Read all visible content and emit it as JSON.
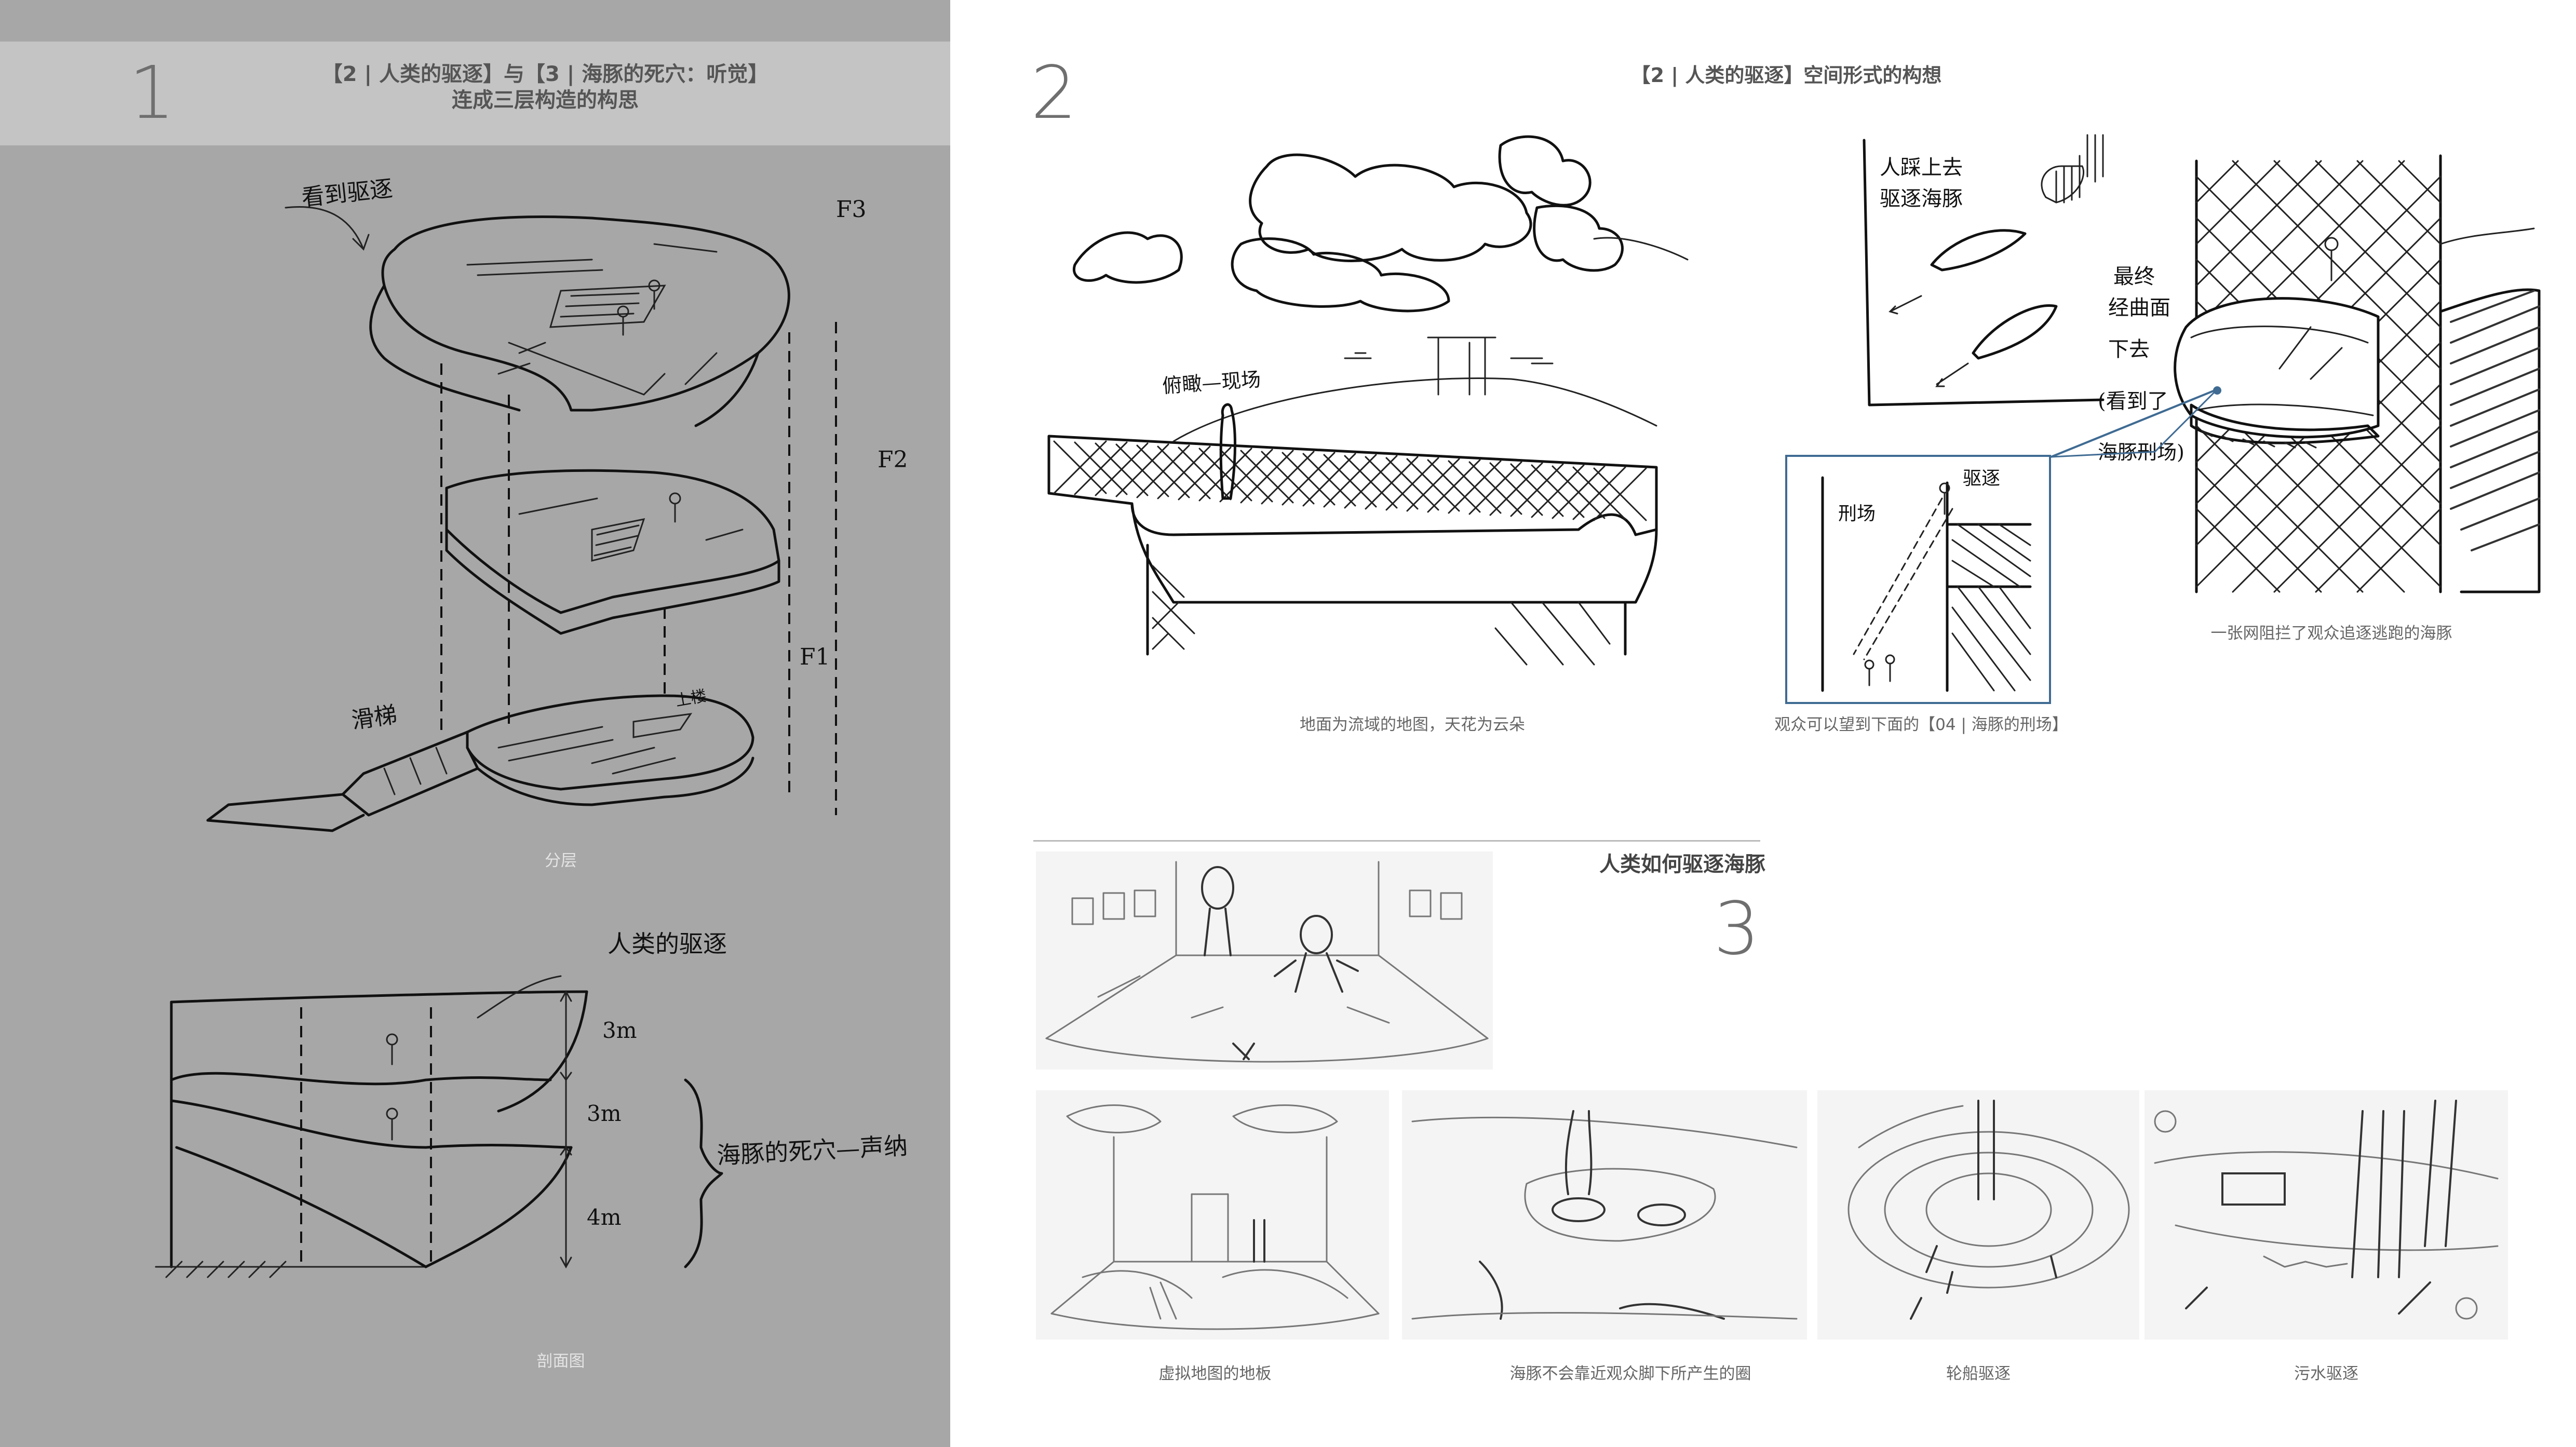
{
  "section1": {
    "number": "1",
    "title_line1": "【2 | 人类的驱逐】与【3 | 海豚的死穴：听觉】",
    "title_line2": "连成三层构造的构思",
    "axon_caption": "分层",
    "section_caption": "剖面图",
    "axon_notes": {
      "top": "看到驱逐",
      "f3": "F3",
      "f2": "F2",
      "f1": "F1",
      "slide": "滑梯",
      "up": "上楼"
    },
    "section_notes": {
      "label": "人类的驱逐",
      "h1": "3m",
      "h2": "3m",
      "h3": "4m",
      "sonar": "海豚的死穴—声纳"
    }
  },
  "section2": {
    "number": "2",
    "title": "【2 | 人类的驱逐】空间形式的构想",
    "sketch_a_note": "俯瞰—现场",
    "sketch_a_caption": "地面为流域的地图，天花为云朵",
    "sketch_b_notes": {
      "top": "人踩上去",
      "top2": "驱逐海豚",
      "final": "最终",
      "final2": "经曲面",
      "final3": "下去",
      "final4": "(看到了",
      "final5": "海豚刑场)"
    },
    "sketch_b_inset_notes": {
      "a": "刑场",
      "b": "驱逐"
    },
    "sketch_b_caption": "观众可以望到下面的【04 | 海豚的刑场】",
    "sketch_c_caption": "一张网阻拦了观众追逐逃跑的海豚"
  },
  "section3": {
    "number": "3",
    "title": "人类如何驱逐海豚",
    "captions": [
      "虚拟地图的地板",
      "海豚不会靠近观众脚下所产生的圈",
      "轮船驱逐",
      "污水驱逐"
    ]
  },
  "colors": {
    "left_panel": "#a7a7a7",
    "left_band": "#c4c4c4",
    "number_gray": "#6f6f6f",
    "inset_blue": "#3f6b93"
  }
}
